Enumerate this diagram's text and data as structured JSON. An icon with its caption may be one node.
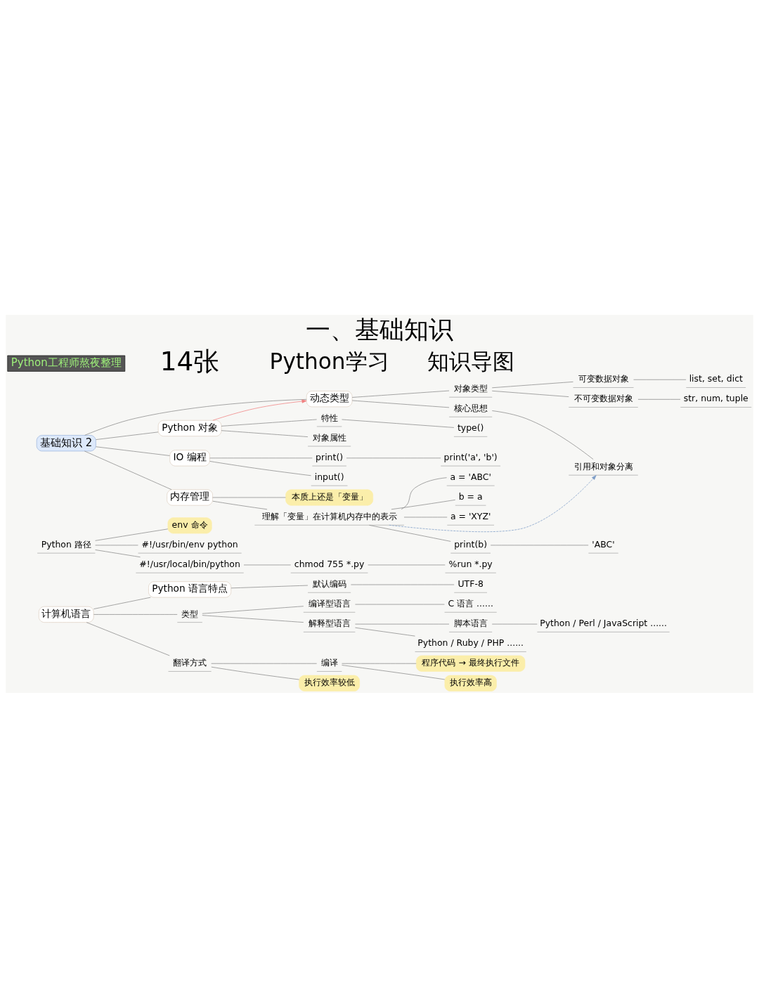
{
  "diagram": {
    "title": "一、基础知识",
    "nodes": [
      {
        "text": [
          "Python 语言特点"
        ]
      },
      {
        "text": [
          "计算机语言"
        ]
      },
      {
        "text": [
          "类型"
        ]
      },
      {
        "text": [
          "编译型语言"
        ]
      },
      {
        "text": [
          "解释型语言"
        ]
      },
      {
        "text": [
          "脚本语言"
        ]
      },
      {
        "text": [
          "翻译方式"
        ]
      },
      {
        "text": [
          "编译"
        ]
      },
      {
        "text": [
          "C 语言 ......"
        ]
      },
      {
        "text": [
          "Python / Ruby / PHP ......"
        ]
      },
      {
        "text": [
          "程序代码 → 最终执行文件"
        ]
      },
      {
        "text": [
          "Python / Perl / JavaScript ......"
        ]
      },
      {
        "text": [
          "执行效率高"
        ]
      },
      {
        "text": [
          "执行效率较低"
        ]
      },
      {
        "text": [
          "默认编码"
        ]
      },
      {
        "text": [
          "UTF-8"
        ]
      },
      {
        "text": [
          "env 命令"
        ]
      },
      {
        "text": [
          "#!/usr/bin/env python"
        ]
      },
      {
        "text": [
          "#!/usr/local/bin/python"
        ]
      },
      {
        "text": [
          "chmod 755 *.py"
        ]
      },
      {
        "text": [
          "%run *.py"
        ]
      },
      {
        "text": [
          "Python 路径"
        ]
      },
      {
        "text": [
          "基础知识 2"
        ]
      },
      {
        "text": [
          "Python 对象"
        ]
      },
      {
        "text": [
          "IO 编程"
        ]
      },
      {
        "text": [
          "内存管理"
        ]
      },
      {
        "text": [
          "动态类型"
        ]
      },
      {
        "text": [
          "print('a', 'b')"
        ]
      },
      {
        "text": [
          "print()"
        ]
      },
      {
        "text": [
          "input()"
        ]
      },
      {
        "text": [
          "a = 'ABC'"
        ]
      },
      {
        "text": [
          "b = a"
        ]
      },
      {
        "text": [
          "a = 'XYZ'"
        ]
      },
      {
        "text": [
          "print(b)"
        ]
      },
      {
        "text": [
          "'ABC'"
        ]
      },
      {
        "text": [
          "本质上还是「变量」"
        ]
      },
      {
        "text": [
          "特性"
        ]
      },
      {
        "text": [
          "type()"
        ]
      },
      {
        "text": [
          "对象属性"
        ]
      },
      {
        "text": [
          "对象类型"
        ]
      },
      {
        "text": [
          "可变数据对象"
        ]
      },
      {
        "text": [
          "不可变数据对象"
        ]
      },
      {
        "text": [
          "list, set, dict"
        ]
      },
      {
        "text": [
          "str, num, tuple"
        ]
      },
      {
        "text": [
          "核心思想"
        ]
      },
      {
        "text": [
          "引用和对象分离"
        ]
      },
      {
        "text": [
          "理解「变量」在计算机内存中的表示"
        ]
      }
    ],
    "edges": [
      {
        "from": 1,
        "to": 0,
        "arrow": "none"
      },
      {
        "from": 1,
        "to": 2,
        "arrow": "none"
      },
      {
        "from": 2,
        "to": 3,
        "arrow": "none"
      },
      {
        "from": 2,
        "to": 4,
        "arrow": "none"
      },
      {
        "from": 3,
        "to": 8,
        "arrow": "none"
      },
      {
        "from": 4,
        "to": 9,
        "arrow": "none"
      },
      {
        "from": 4,
        "to": 5,
        "arrow": "none"
      },
      {
        "from": 5,
        "to": 11,
        "arrow": "none"
      },
      {
        "from": 1,
        "to": 6,
        "arrow": "none"
      },
      {
        "from": 6,
        "to": 7,
        "arrow": "none"
      },
      {
        "from": 7,
        "to": 10,
        "arrow": "none"
      },
      {
        "from": 7,
        "to": 12,
        "arrow": "none"
      },
      {
        "from": 6,
        "to": 13,
        "arrow": "none"
      },
      {
        "from": 0,
        "to": 14,
        "arrow": "none"
      },
      {
        "from": 14,
        "to": 15,
        "arrow": "none"
      },
      {
        "from": 21,
        "to": 16,
        "arrow": "none"
      },
      {
        "from": 21,
        "to": 17,
        "arrow": "none"
      },
      {
        "from": 21,
        "to": 18,
        "arrow": "none"
      },
      {
        "from": 18,
        "to": 19,
        "arrow": "none"
      },
      {
        "from": 19,
        "to": 20,
        "arrow": "none"
      },
      {
        "from": 22,
        "to": 23,
        "arrow": "none"
      },
      {
        "from": 22,
        "to": 24,
        "arrow": "none"
      },
      {
        "from": 22,
        "to": 25,
        "arrow": "none"
      },
      {
        "from": 22,
        "to": 26,
        "arrow": "none"
      },
      {
        "from": 24,
        "to": 28,
        "arrow": "none"
      },
      {
        "from": 28,
        "to": 27,
        "arrow": "none"
      },
      {
        "from": 24,
        "to": 29,
        "arrow": "none"
      },
      {
        "from": 25,
        "to": 46,
        "arrow": "none"
      },
      {
        "from": 46,
        "to": 30,
        "arrow": "none"
      },
      {
        "from": 46,
        "to": 31,
        "arrow": "none"
      },
      {
        "from": 46,
        "to": 32,
        "arrow": "none"
      },
      {
        "from": 46,
        "to": 33,
        "arrow": "none"
      },
      {
        "from": 33,
        "to": 34,
        "arrow": "none"
      },
      {
        "from": 25,
        "to": 35,
        "arrow": "none"
      },
      {
        "from": 23,
        "to": 36,
        "arrow": "none"
      },
      {
        "from": 36,
        "to": 37,
        "arrow": "none"
      },
      {
        "from": 23,
        "to": 38,
        "arrow": "none"
      },
      {
        "from": 26,
        "to": 39,
        "arrow": "none"
      },
      {
        "from": 39,
        "to": 40,
        "arrow": "none"
      },
      {
        "from": 39,
        "to": 41,
        "arrow": "none"
      },
      {
        "from": 40,
        "to": 42,
        "arrow": "none"
      },
      {
        "from": 41,
        "to": 43,
        "arrow": "none"
      },
      {
        "from": 26,
        "to": 44,
        "arrow": "none"
      },
      {
        "from": 44,
        "to": 45,
        "arrow": "none"
      },
      {
        "from": 46,
        "to": 45,
        "arrow": "to",
        "style": "dashed",
        "color": "#7f9fc8"
      },
      {
        "from": 23,
        "to": 26,
        "arrow": "to",
        "color": "#f08080"
      }
    ],
    "labels": [
      "Python工程师熬夜整理",
      "14张",
      "Python学习",
      "知识导图"
    ]
  }
}
